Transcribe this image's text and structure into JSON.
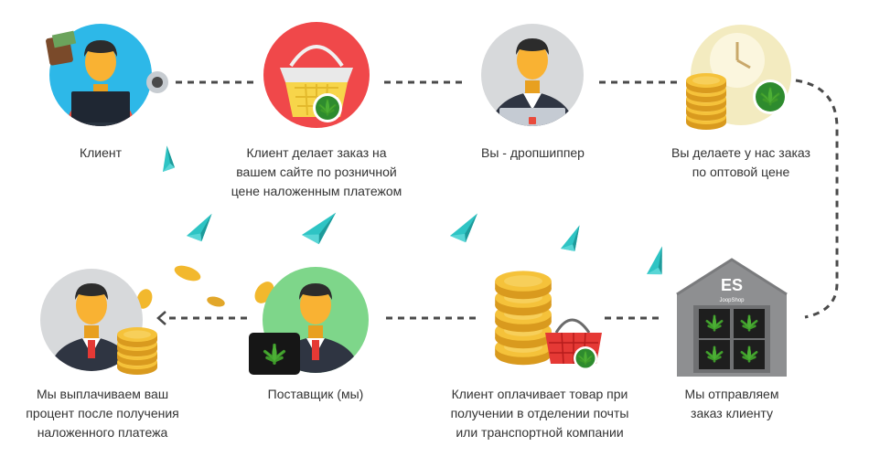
{
  "colors": {
    "client_circle": "#2DB8E8",
    "basket_circle": "#F0484A",
    "dropshipper_circle": "#D7D9DB",
    "clock_circle": "#F3EBC0",
    "supplier_circle": "#7ED68A",
    "payout_circle": "#D7D9DB",
    "skin": "#F9B233",
    "hair": "#2C2C2C",
    "suit": "#2F3542",
    "coin": "#F2B82D",
    "plane": "#2EC4C4",
    "leaf": "#48A12A",
    "warehouse": "#8E8F91",
    "dashed_line": "#4A4A4A"
  },
  "steps": [
    {
      "id": "client",
      "label": "Клиент",
      "icon": "person-at-laptop-icon"
    },
    {
      "id": "order",
      "label": "Клиент делает заказ на\nвашем сайте по розничной\nцене наложенным платежом",
      "icon": "shopping-basket-icon"
    },
    {
      "id": "dropshipper",
      "label": "Вы - дропшиппер",
      "icon": "businessman-icon"
    },
    {
      "id": "wholesale",
      "label": "Вы делаете у нас заказ\nпо оптовой цене",
      "icon": "clock-coins-icon"
    },
    {
      "id": "ship",
      "label": "Мы отправляем\nзаказ клиенту",
      "icon": "warehouse-icon"
    },
    {
      "id": "pay",
      "label": "Клиент оплачивает товар при\nполучении в отделении почты\nили транспортной компании",
      "icon": "coins-basket-icon"
    },
    {
      "id": "supplier",
      "label": "Поставщик (мы)",
      "icon": "supplier-icon"
    },
    {
      "id": "payout",
      "label": "Мы выплачиваем ваш\nпроцент после получения\nналоженного платежа",
      "icon": "coins-payout-icon"
    }
  ],
  "warehouse_logo": {
    "mark": "ES",
    "sub": "JoopShop"
  }
}
